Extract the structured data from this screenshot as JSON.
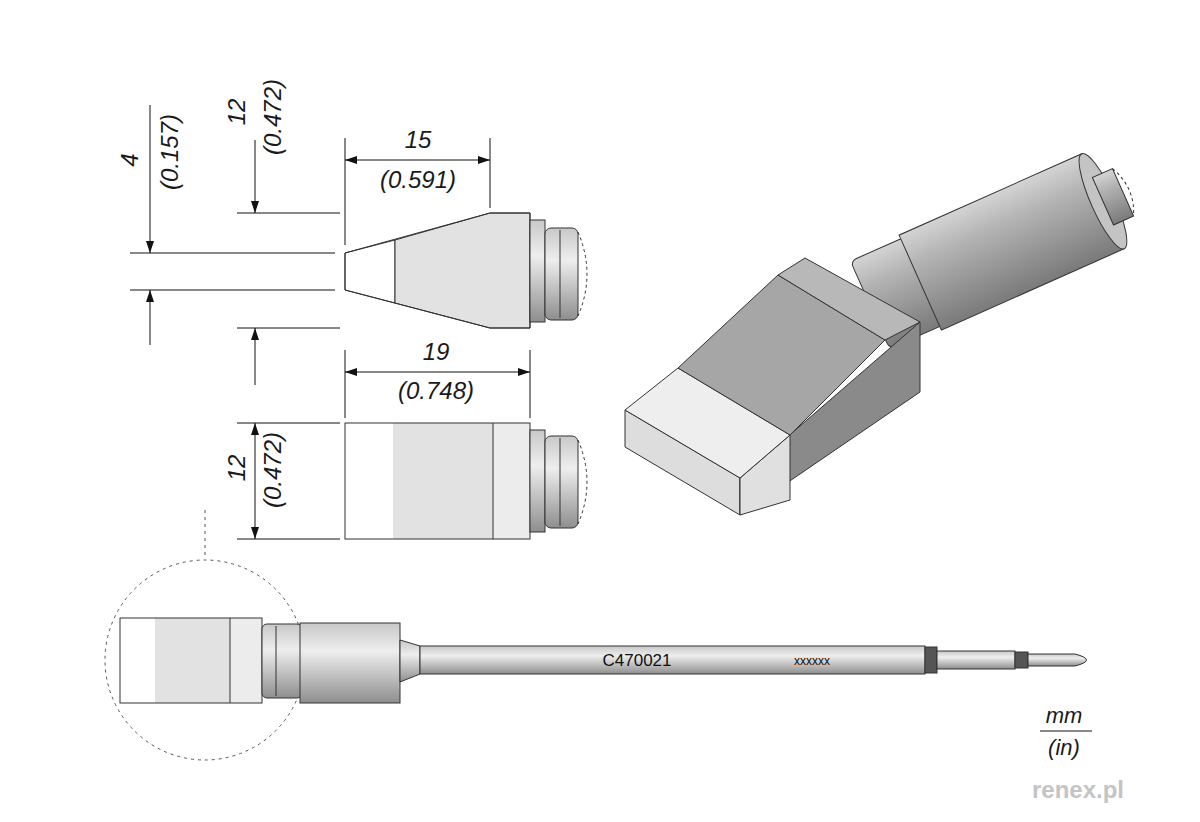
{
  "diagram": {
    "labels": [
      "4",
      "(0.157)",
      "12",
      "(0.472)",
      "15",
      "(0.591)",
      "19",
      "(0.748)",
      "12",
      "(0.472)",
      "C470021",
      "xxxxxx",
      "mm",
      "(in)",
      "renex.pl"
    ]
  }
}
